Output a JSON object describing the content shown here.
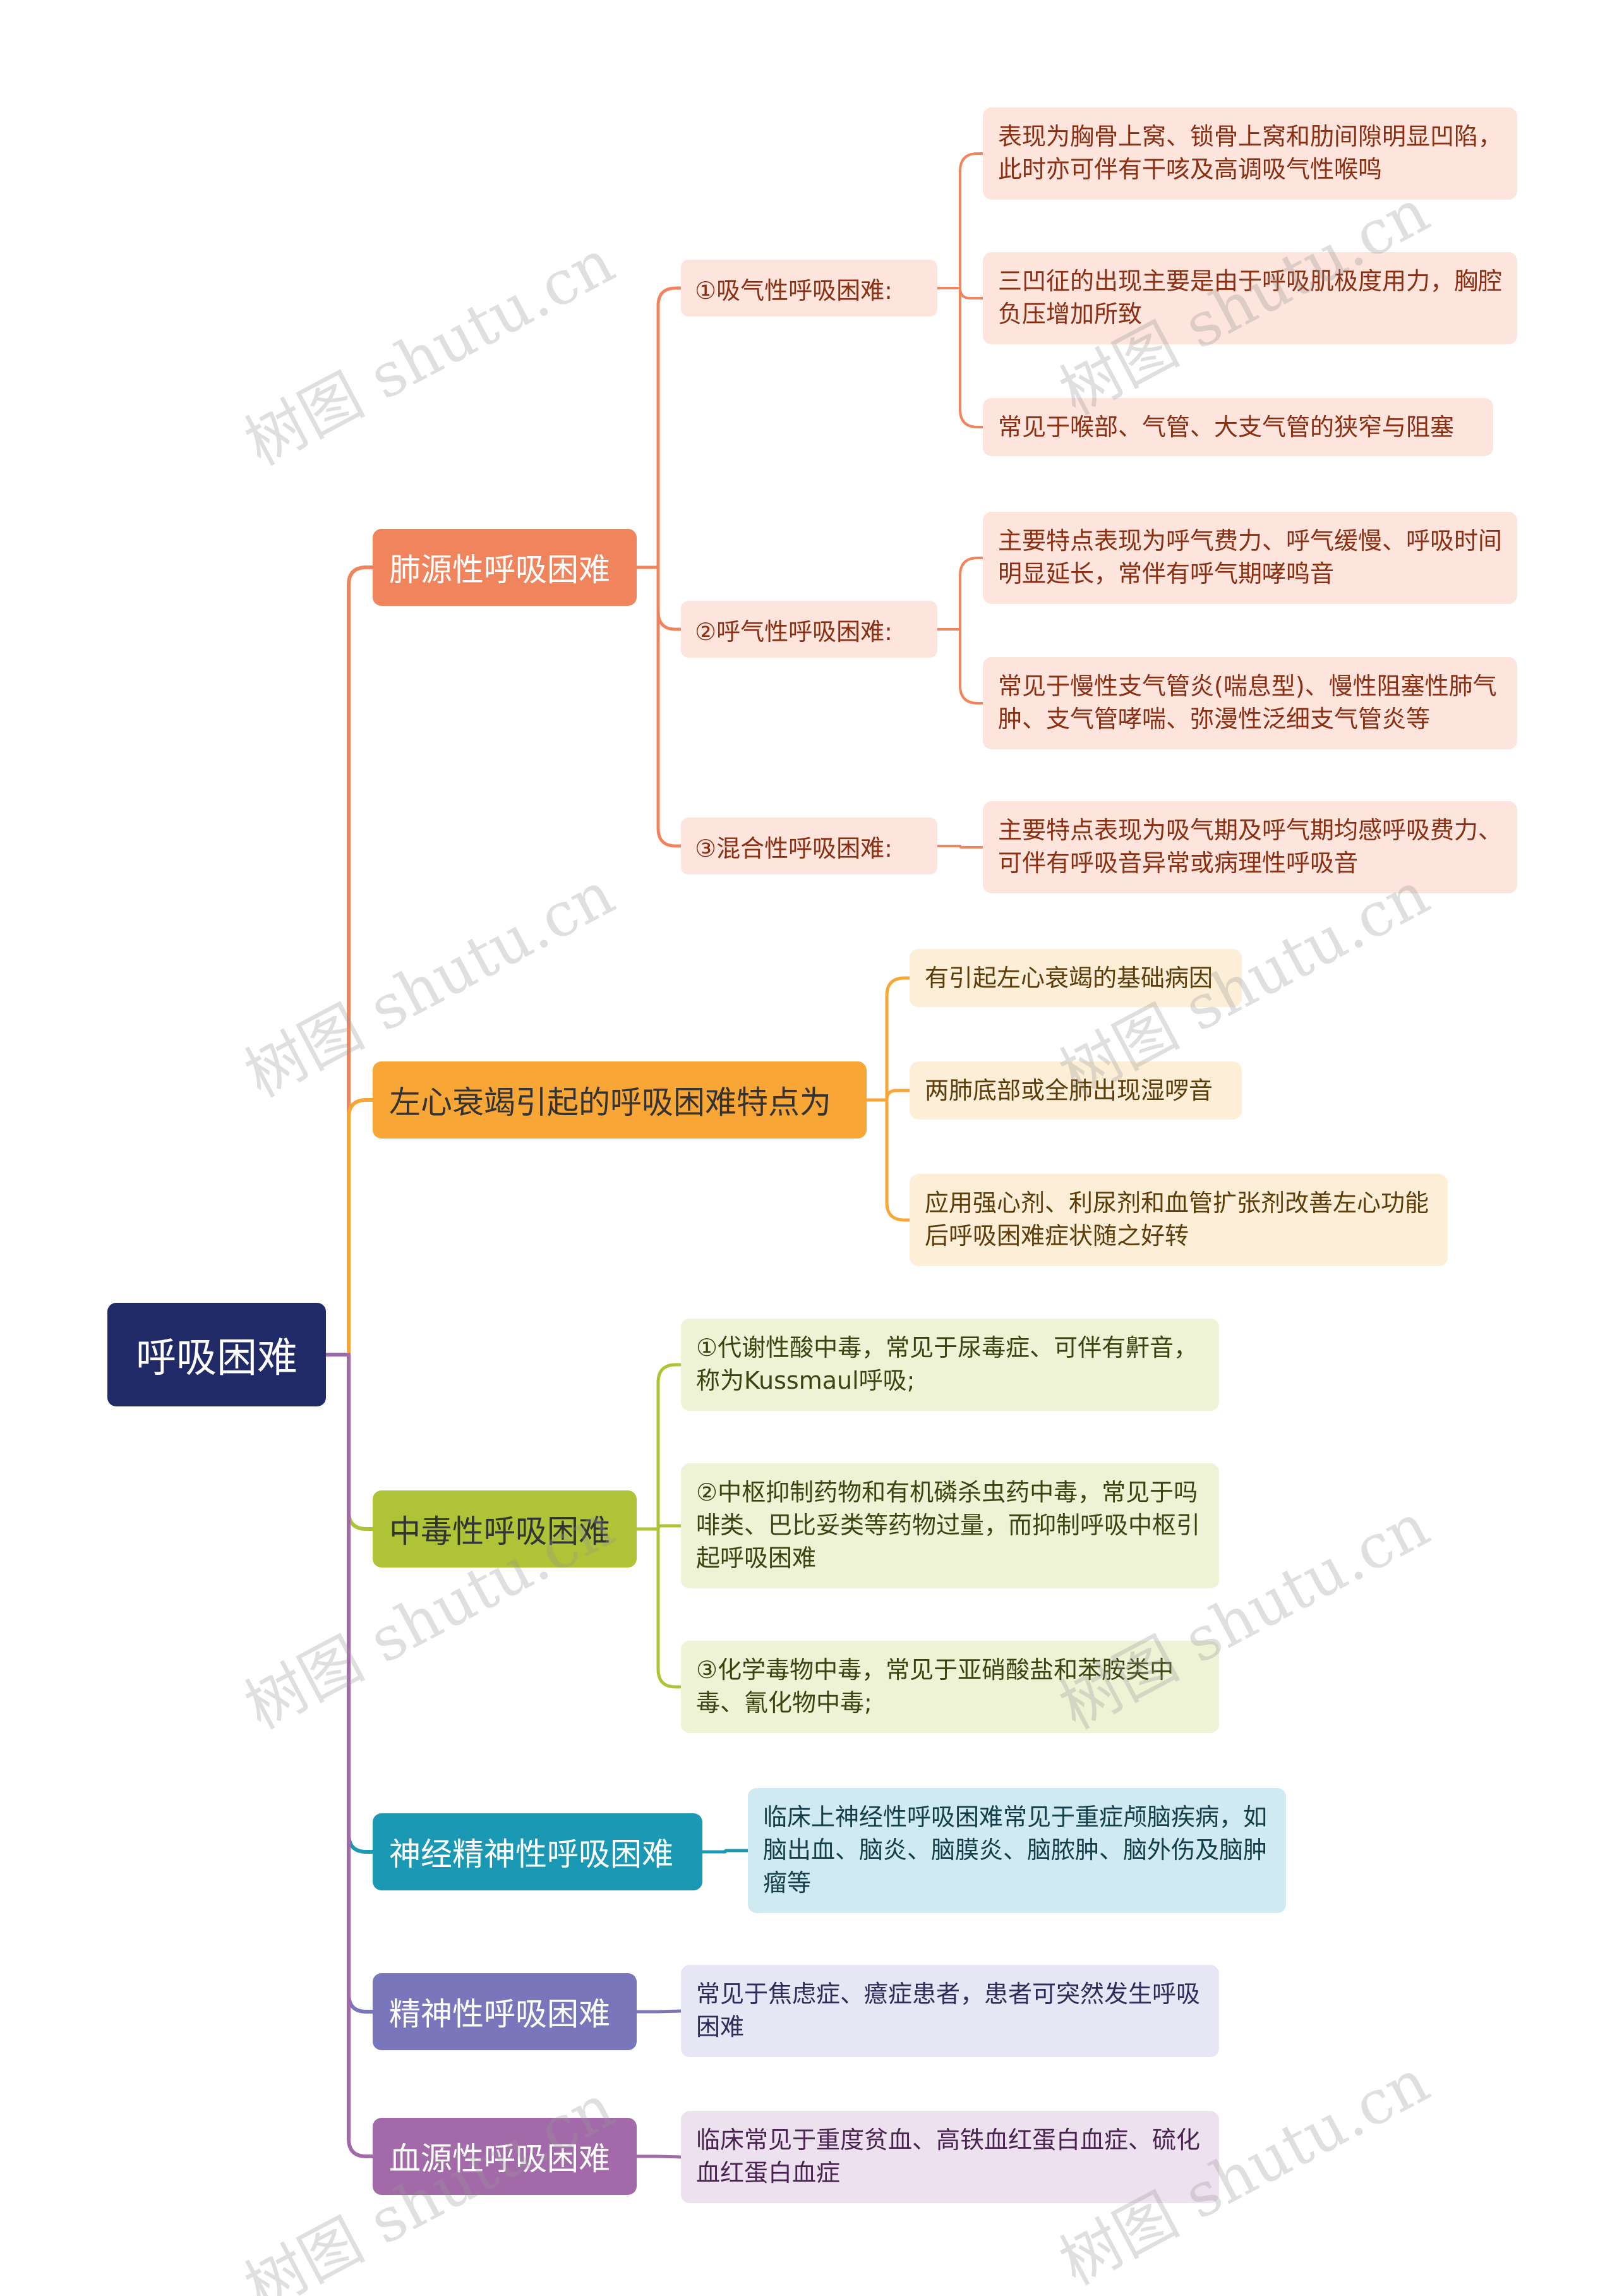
{
  "root": {
    "label": "呼吸困难"
  },
  "branches": [
    {
      "label": "肺源性呼吸困难",
      "color": "#f0845c",
      "subs": [
        {
          "label": "①吸气性呼吸困难:",
          "leaves": [
            "表现为胸骨上窝、锁骨上窝和肋间隙明显凹陷，此时亦可伴有干咳及高调吸气性喉鸣",
            "三凹征的出现主要是由于呼吸肌极度用力，胸腔负压增加所致",
            "常见于喉部、气管、大支气管的狭窄与阻塞"
          ]
        },
        {
          "label": "②呼气性呼吸困难:",
          "leaves": [
            "主要特点表现为呼气费力、呼气缓慢、呼吸时间明显延长，常伴有呼气期哮鸣音",
            "常见于慢性支气管炎(喘息型)、慢性阻塞性肺气肿、支气管哮喘、弥漫性泛细支气管炎等"
          ]
        },
        {
          "label": "③混合性呼吸困难:",
          "leaves": [
            "主要特点表现为吸气期及呼气期均感呼吸费力、可伴有呼吸音异常或病理性呼吸音"
          ]
        }
      ]
    },
    {
      "label": "左心衰竭引起的呼吸困难特点为",
      "color": "#f8a636",
      "leaves": [
        "有引起左心衰竭的基础病因",
        "两肺底部或全肺出现湿啰音",
        "应用强心剂、利尿剂和血管扩张剂改善左心功能后呼吸困难症状随之好转"
      ]
    },
    {
      "label": "中毒性呼吸困难",
      "color": "#aec335",
      "leaves": [
        "①代谢性酸中毒，常见于尿毒症、可伴有鼾音，称为Kussmaul呼吸;",
        "②中枢抑制药物和有机磷杀虫药中毒，常见于吗啡类、巴比妥类等药物过量，而抑制呼吸中枢引起呼吸困难",
        "③化学毒物中毒，常见于亚硝酸盐和苯胺类中毒、氰化物中毒;"
      ]
    },
    {
      "label": "神经精神性呼吸困难",
      "color": "#1b98b4",
      "leaves": [
        "临床上神经性呼吸困难常见于重症颅脑疾病，如脑出血、脑炎、脑膜炎、脑脓肿、脑外伤及脑肿瘤等"
      ]
    },
    {
      "label": "精神性呼吸困难",
      "color": "#7a76bc",
      "leaves": [
        "常见于焦虑症、癔症患者，患者可突然发生呼吸困难"
      ]
    },
    {
      "label": "血源性呼吸困难",
      "color": "#a36aa9",
      "leaves": [
        "临床常见于重度贫血、高铁血红蛋白血症、硫化血红蛋白血症"
      ]
    }
  ],
  "watermark": "树图 shutu.cn"
}
